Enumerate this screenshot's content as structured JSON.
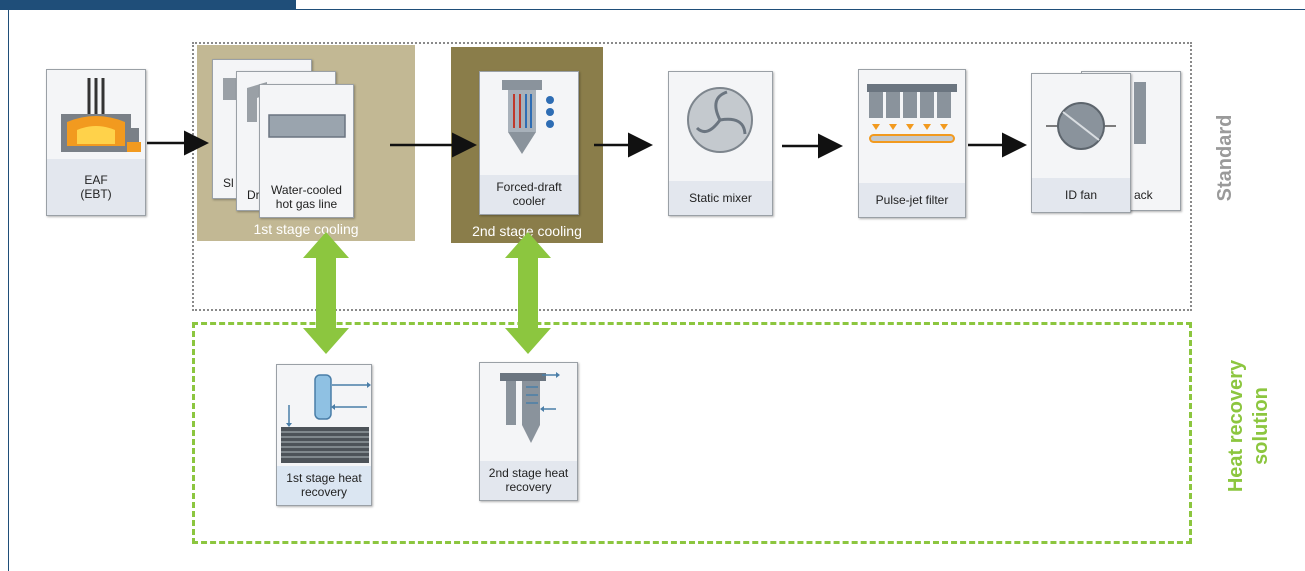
{
  "colors": {
    "header_bar": "#1f4e79",
    "stage1_bg": "#c2b894",
    "stage2_bg": "#8a7d4a",
    "green": "#8cc63f",
    "standard_gray": "#9a9a9a"
  },
  "source": {
    "line1": "EAF",
    "line2": "(EBT)"
  },
  "stage1": {
    "label": "1st stage cooling",
    "card_back1": "Sl",
    "card_back2": "Dr",
    "card_front_line1": "Water-cooled",
    "card_front_line2": "hot gas line"
  },
  "stage2": {
    "label": "2nd stage cooling",
    "card_line1": "Forced-draft",
    "card_line2": "cooler"
  },
  "static_mixer": "Static mixer",
  "filter": "Pulse-jet filter",
  "fan": {
    "front": "ID fan",
    "back": "ack"
  },
  "standard_label": "Standard",
  "heat_recovery_label": {
    "line1": "Heat recovery",
    "line2": "solution"
  },
  "hr1": {
    "line1": "1st stage heat",
    "line2": "recovery"
  },
  "hr2": {
    "line1": "2nd stage heat",
    "line2": "recovery"
  },
  "icons": [
    "furnace-icon",
    "duct-icon",
    "cooler-icon",
    "mixer-icon",
    "filter-icon",
    "fan-icon",
    "boiler-icon",
    "heat-exchanger-icon"
  ]
}
